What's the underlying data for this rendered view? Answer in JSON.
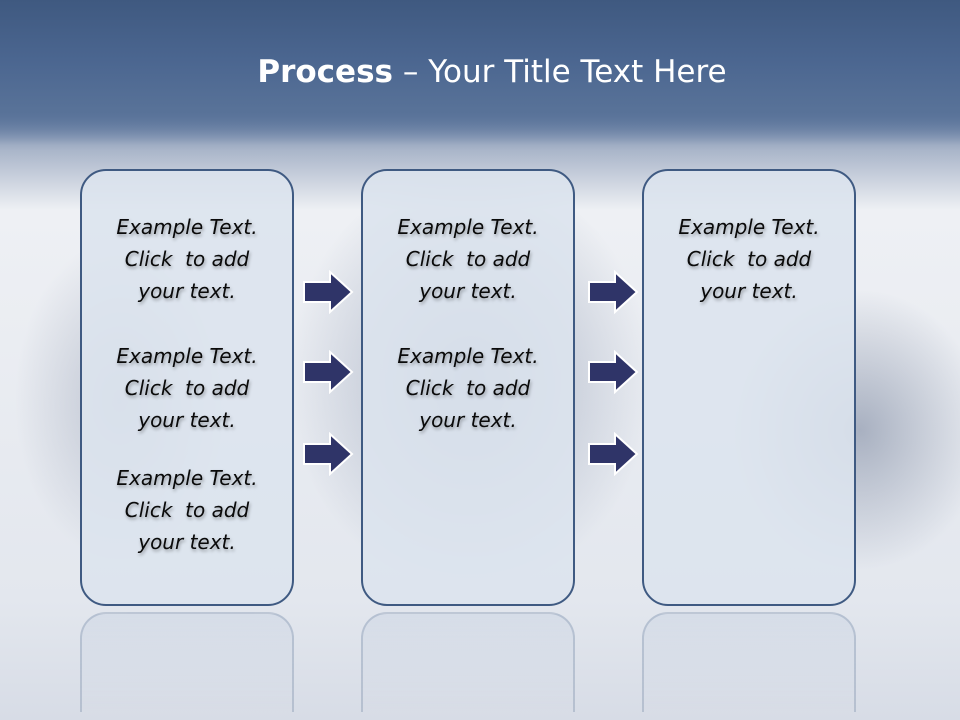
{
  "slide": {
    "title_bold": "Process",
    "title_rest": " – Your Title Text Here"
  },
  "columns": [
    {
      "items": [
        {
          "line1": "Example Text.",
          "line2": "Click  to add",
          "line3": "your text."
        },
        {
          "line1": "Example Text.",
          "line2": "Click  to add",
          "line3": "your text."
        },
        {
          "line1": "Example Text.",
          "line2": "Click  to add",
          "line3": "your text."
        }
      ]
    },
    {
      "items": [
        {
          "line1": "Example Text.",
          "line2": "Click  to add",
          "line3": "your text."
        },
        {
          "line1": "Example Text.",
          "line2": "Click  to add",
          "line3": "your text."
        }
      ]
    },
    {
      "items": [
        {
          "line1": "Example Text.",
          "line2": "Click  to add",
          "line3": "your text."
        }
      ]
    }
  ],
  "arrows": {
    "icon": "right-arrow-icon",
    "color": "#2f3468",
    "count_per_gap": 3
  }
}
